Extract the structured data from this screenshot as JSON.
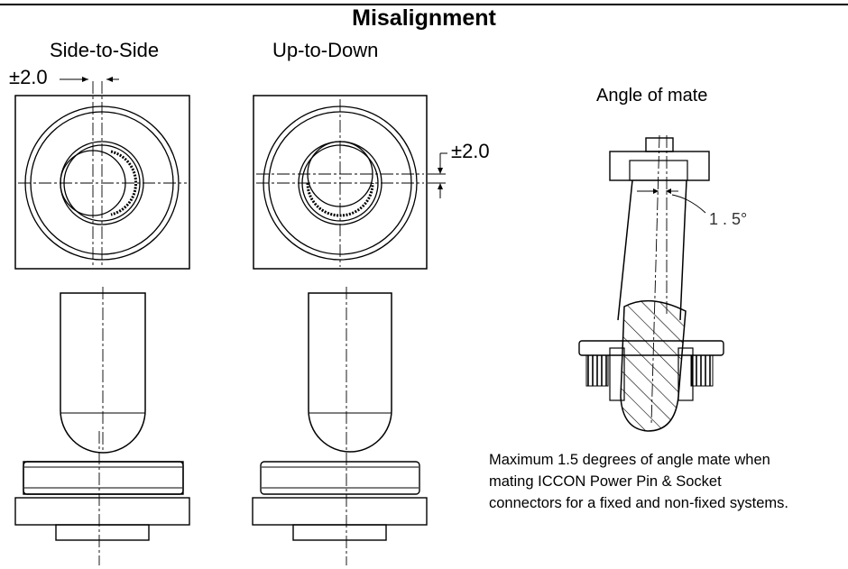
{
  "title": "Misalignment",
  "views": {
    "side_to_side": {
      "label": "Side-to-Side",
      "tolerance": "±2.0"
    },
    "up_to_down": {
      "label": "Up-to-Down",
      "tolerance": "±2.0"
    },
    "angle_of_mate": {
      "label": "Angle of mate",
      "angle": "1 . 5°"
    }
  },
  "note": {
    "lines": [
      "Maximum 1.5 degrees of angle mate when",
      "mating ICCON Power Pin & Socket",
      "connectors for a fixed and non-fixed systems."
    ]
  }
}
